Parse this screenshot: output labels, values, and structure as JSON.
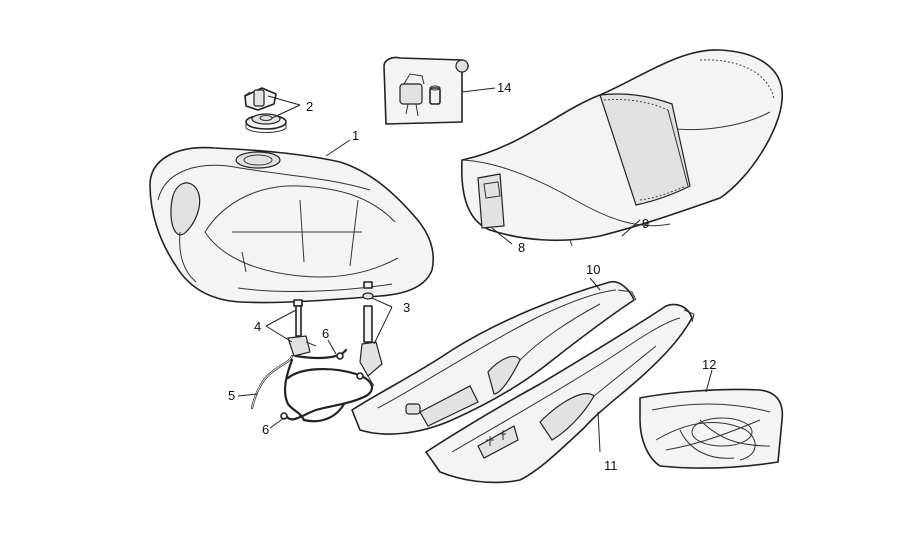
{
  "callouts": {
    "c1": "1",
    "c2": "2",
    "c3": "3",
    "c4": "4",
    "c5": "5",
    "c6a": "6",
    "c6b": "6",
    "c8": "8",
    "c9": "9",
    "c10": "10",
    "c11": "11",
    "c12": "12",
    "c14": "14"
  }
}
